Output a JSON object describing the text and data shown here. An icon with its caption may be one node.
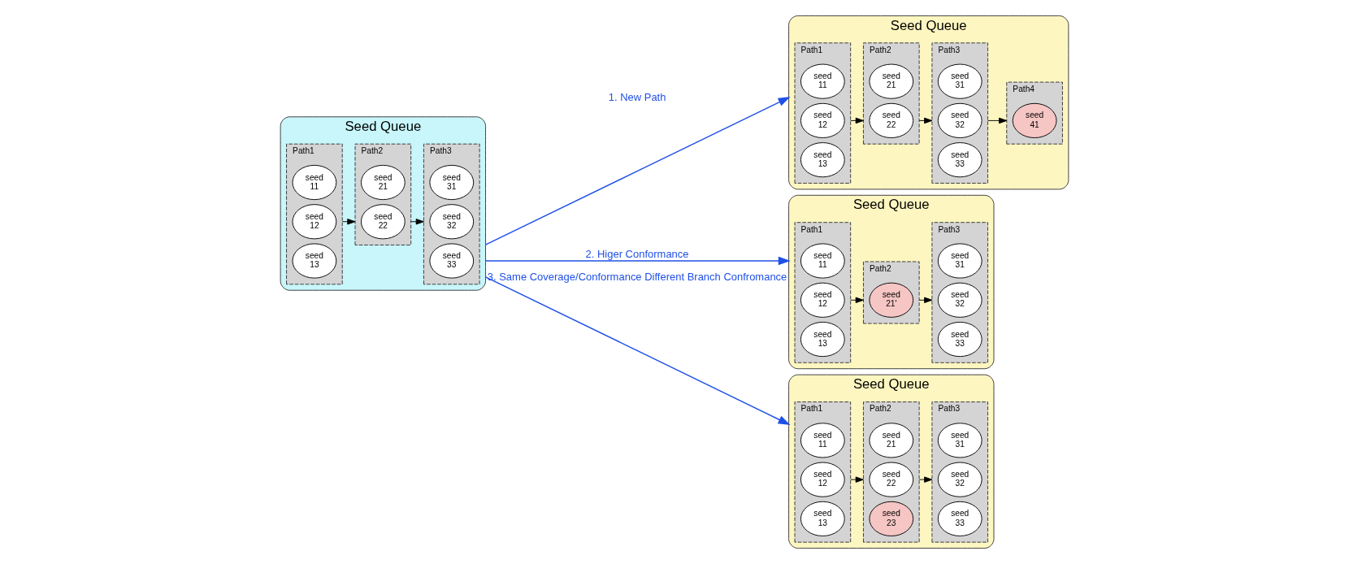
{
  "diagram": {
    "nodes": [
      {
        "text": [
          "Seed Queue"
        ]
      },
      {
        "text": [
          "Path1"
        ],
        "in": 0
      },
      {
        "text": [
          "seed 11"
        ],
        "in": 1
      },
      {
        "text": [
          "seed 12"
        ],
        "in": 1
      },
      {
        "text": [
          "seed 13"
        ],
        "in": 1
      },
      {
        "text": [
          "Path2"
        ],
        "in": 0
      },
      {
        "text": [
          "seed 21"
        ],
        "in": 5
      },
      {
        "text": [
          "seed 22"
        ],
        "in": 5
      },
      {
        "text": [
          "Path3"
        ],
        "in": 0
      },
      {
        "text": [
          "seed 31"
        ],
        "in": 8
      },
      {
        "text": [
          "seed 32"
        ],
        "in": 8
      },
      {
        "text": [
          "seed 33"
        ],
        "in": 8
      },
      {
        "text": [
          "Seed Queue"
        ]
      },
      {
        "text": [
          "Path1"
        ],
        "in": 12
      },
      {
        "text": [
          "seed 11"
        ],
        "in": 13
      },
      {
        "text": [
          "seed 12"
        ],
        "in": 13
      },
      {
        "text": [
          "seed 13"
        ],
        "in": 13
      },
      {
        "text": [
          "Path2"
        ],
        "in": 12
      },
      {
        "text": [
          "seed 21"
        ],
        "in": 17
      },
      {
        "text": [
          "seed 22"
        ],
        "in": 17
      },
      {
        "text": [
          "Path3"
        ],
        "in": 12
      },
      {
        "text": [
          "seed 31"
        ],
        "in": 20
      },
      {
        "text": [
          "seed 32"
        ],
        "in": 20
      },
      {
        "text": [
          "seed 33"
        ],
        "in": 20
      },
      {
        "text": [
          "Path4"
        ],
        "in": 12
      },
      {
        "text": [
          "seed 41"
        ],
        "in": 24
      },
      {
        "text": [
          "Seed Queue"
        ]
      },
      {
        "text": [
          "Path1"
        ],
        "in": 26
      },
      {
        "text": [
          "seed 11"
        ],
        "in": 27
      },
      {
        "text": [
          "seed 12"
        ],
        "in": 27
      },
      {
        "text": [
          "seed 13"
        ],
        "in": 27
      },
      {
        "text": [
          "Path2"
        ],
        "in": 26
      },
      {
        "text": [
          "seed 21'"
        ],
        "in": 31
      },
      {
        "text": [
          "Path3"
        ],
        "in": 26
      },
      {
        "text": [
          "seed 31"
        ],
        "in": 33
      },
      {
        "text": [
          "seed 32"
        ],
        "in": 33
      },
      {
        "text": [
          "seed 33"
        ],
        "in": 33
      },
      {
        "text": [
          "Seed Queue"
        ]
      },
      {
        "text": [
          "Path1"
        ],
        "in": 37
      },
      {
        "text": [
          "seed 11"
        ],
        "in": 38
      },
      {
        "text": [
          "seed 12"
        ],
        "in": 38
      },
      {
        "text": [
          "seed 13"
        ],
        "in": 38
      },
      {
        "text": [
          "Path2"
        ],
        "in": 37
      },
      {
        "text": [
          "seed 21"
        ],
        "in": 42
      },
      {
        "text": [
          "seed 22"
        ],
        "in": 42
      },
      {
        "text": [
          "seed 23"
        ],
        "in": 42
      },
      {
        "text": [
          "Path3"
        ],
        "in": 37
      },
      {
        "text": [
          "seed 31"
        ],
        "in": 46
      },
      {
        "text": [
          "seed 32"
        ],
        "in": 46
      },
      {
        "text": [
          "seed 33"
        ],
        "in": 46
      }
    ],
    "edges": [
      {
        "from": 1,
        "to": 5,
        "arrow": "to"
      },
      {
        "from": 5,
        "to": 8,
        "arrow": "to"
      },
      {
        "from": 0,
        "to": 12,
        "arrow": "to",
        "label": "1. New Path",
        "color": "#2050e8"
      },
      {
        "from": 13,
        "to": 17,
        "arrow": "to"
      },
      {
        "from": 17,
        "to": 20,
        "arrow": "to"
      },
      {
        "from": 20,
        "to": 24,
        "arrow": "to"
      },
      {
        "from": 0,
        "to": 26,
        "arrow": "to",
        "label": "2. Higer Conformance",
        "color": "#2050e8"
      },
      {
        "from": 0,
        "to": 37,
        "arrow": "to",
        "label": "3. Same Coverage/Conformance Different Branch Confromance",
        "color": "#2050e8"
      },
      {
        "from": 27,
        "to": 31,
        "arrow": "to"
      },
      {
        "from": 31,
        "to": 33,
        "arrow": "to"
      },
      {
        "from": 38,
        "to": 42,
        "arrow": "to"
      },
      {
        "from": 42,
        "to": 46,
        "arrow": "to"
      }
    ]
  }
}
